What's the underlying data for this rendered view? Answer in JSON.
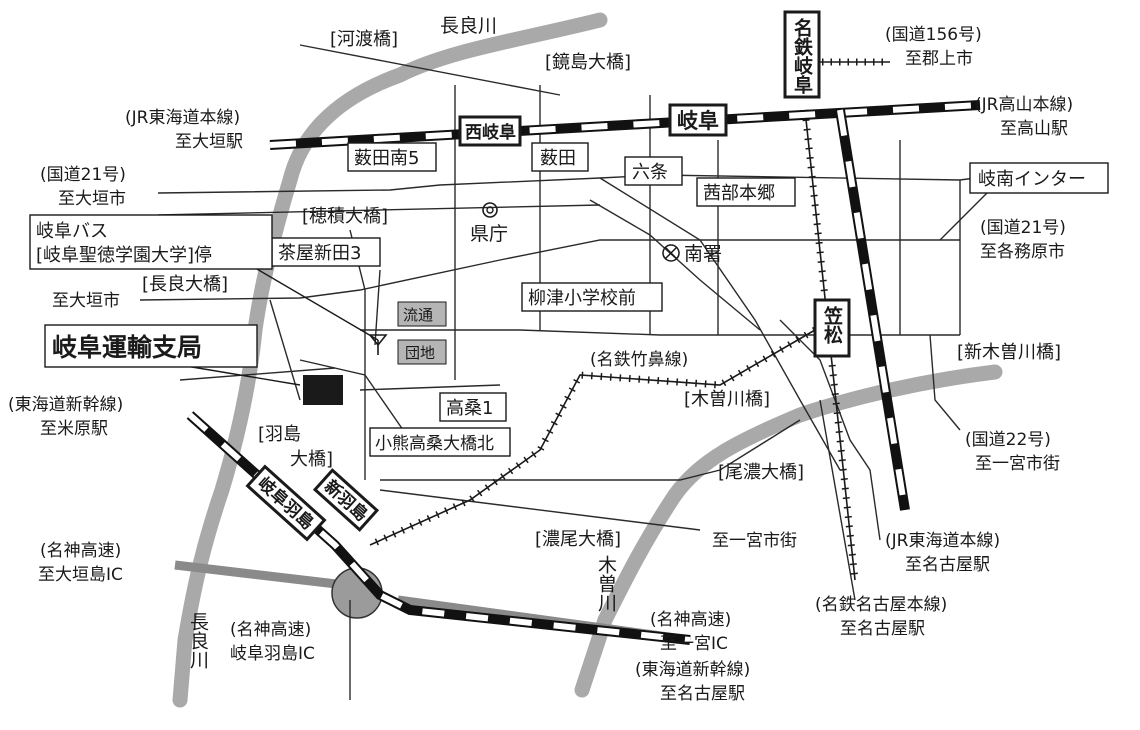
{
  "title": "岐阜運輸支局",
  "rivers": {
    "nagara_top": "長良川",
    "nagara_bottom": "長良川",
    "kiso": "木曽川"
  },
  "bridges": {
    "kawatari": "[河渡橋]",
    "kagamishima": "[鏡島大橋]",
    "hozumi": "[穂積大橋]",
    "nagara": "[長良大橋]",
    "shinkisogawa": "[新木曽川橋]",
    "kisogawa": "[木曽川橋]",
    "bino": "[尾濃大橋]",
    "nobi": "[濃尾大橋]",
    "hashima_1": "[羽島",
    "hashima_2": "大橋]"
  },
  "stations": {
    "meitetsu_gifu": "名鉄岐阜",
    "nishigifu": "西岐阜",
    "gifu": "岐阜",
    "kasamatsu": "笠松",
    "gifu_hashima": "岐阜羽島",
    "shin_hashima": "新羽島"
  },
  "intersections": {
    "yabutaminami5": "薮田南5",
    "yabuta": "薮田",
    "rokujo": "六条",
    "akanabehongo": "茜部本郷",
    "ginan_ic": "岐南インター",
    "chayashinden3": "茶屋新田3",
    "yanaizu_school": "柳津小学校前",
    "takakuwa1": "高桑1",
    "oguma": "小熊高桑大橋北"
  },
  "landmarks": {
    "kencho": "県庁",
    "nansho": "南署",
    "ryutsu": "流通",
    "danchi": "団地"
  },
  "bus": {
    "line1": "岐阜バス",
    "line2": "[岐阜聖徳学園大学]停"
  },
  "directions": {
    "jr_tokaido_w_1": "(JR東海道本線)",
    "jr_tokaido_w_2": "至大垣駅",
    "r21_w_1": "(国道21号)",
    "r21_w_2": "至大垣市",
    "to_ogaki": "至大垣市",
    "shinkansen_w_1": "(東海道新幹線)",
    "shinkansen_w_2": "至米原駅",
    "meishin_w_1": "(名神高速)",
    "meishin_w_2": "至大垣島IC",
    "meishin_ic_1": "(名神高速)",
    "meishin_ic_2": "岐阜羽島IC",
    "r156_1": "(国道156号)",
    "r156_2": "至郡上市",
    "jr_takayama_1": "(JR高山本線)",
    "jr_takayama_2": "至高山駅",
    "r21_e_1": "(国道21号)",
    "r21_e_2": "至各務原市",
    "r22_1": "(国道22号)",
    "r22_2": "至一宮市街",
    "to_ichinomiya": "至一宮市街",
    "jr_tokaido_e_1": "(JR東海道本線)",
    "jr_tokaido_e_2": "至名古屋駅",
    "meitetsu_nagoya_1": "(名鉄名古屋本線)",
    "meitetsu_nagoya_2": "至名古屋駅",
    "meishin_e_1": "(名神高速)",
    "meishin_e_2": "至一宮IC",
    "shinkansen_e_1": "(東海道新幹線)",
    "shinkansen_e_2": "至名古屋駅",
    "takehana": "(名鉄竹鼻線)"
  }
}
